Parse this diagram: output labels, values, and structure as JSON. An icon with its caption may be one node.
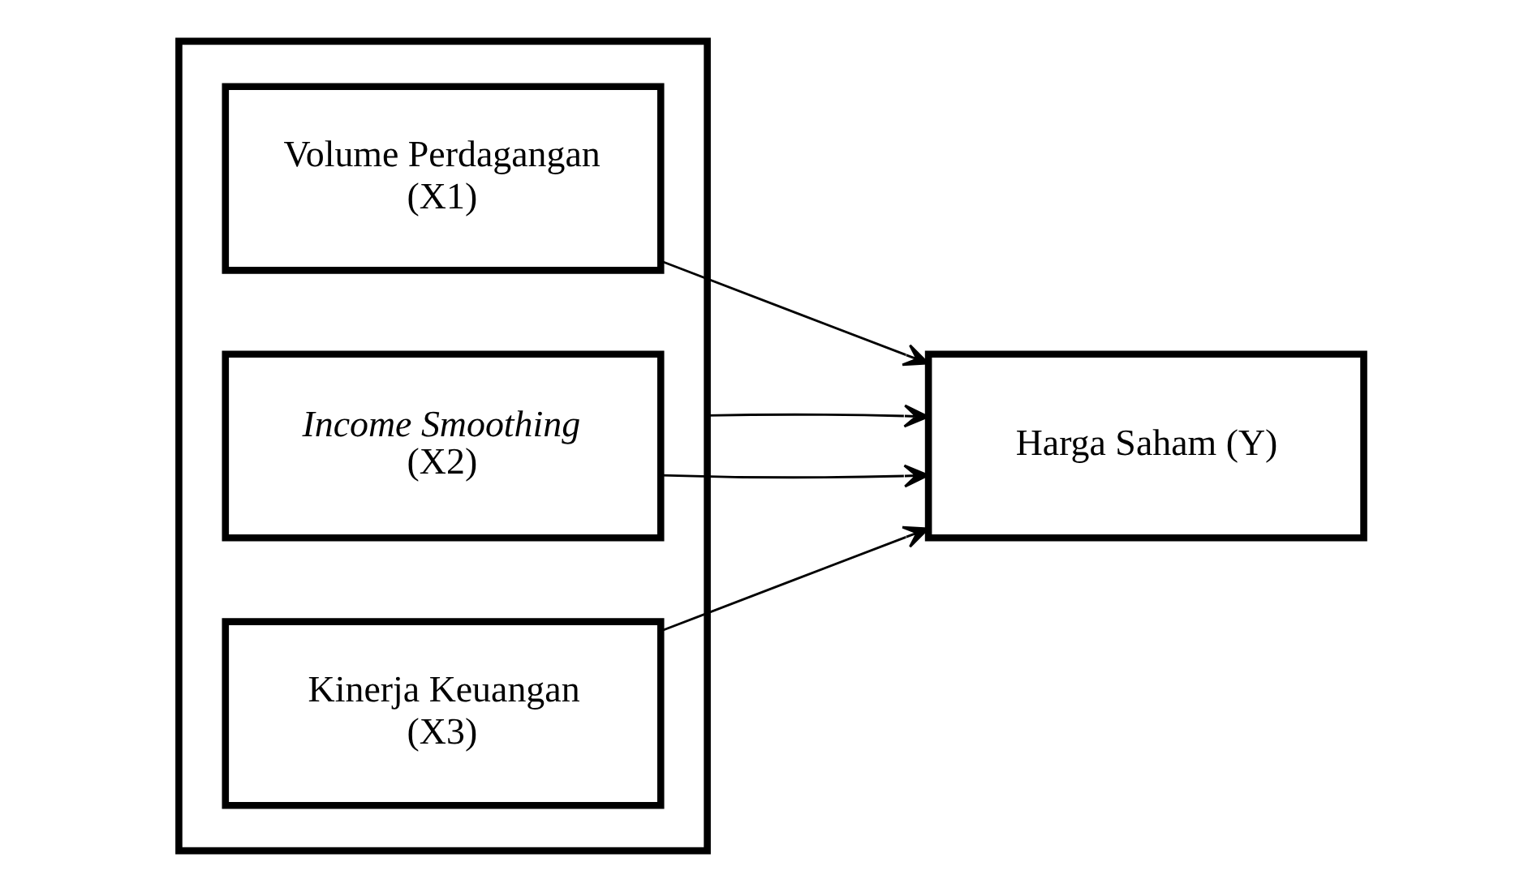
{
  "diagram": {
    "nodes": [
      {
        "text": [],
        "shape": "box"
      },
      {
        "text": [
          "Volume Perdagangan (X1)"
        ],
        "in": 0
      },
      {
        "text": [
          "*Income Smoothing* (X2)"
        ],
        "in": 0
      },
      {
        "text": [
          "Kinerja Keuangan (X3)"
        ],
        "in": 0
      },
      {
        "text": [
          "Harga Saham (Y)"
        ]
      }
    ],
    "edges": [
      {
        "from": 1,
        "to": 4,
        "arrow": "to"
      },
      {
        "from": 2,
        "to": 4,
        "arrow": "to"
      },
      {
        "from": 3,
        "to": 4,
        "arrow": "to"
      },
      {
        "from": 0,
        "to": 4,
        "arrow": "to"
      }
    ]
  }
}
